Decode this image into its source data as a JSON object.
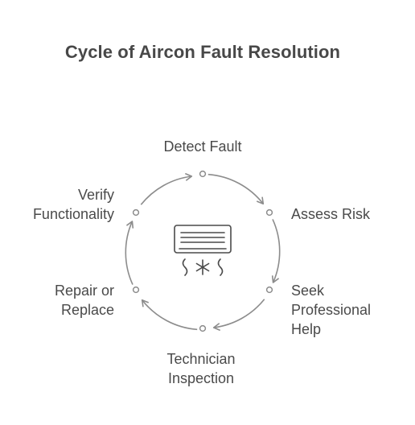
{
  "title": "Cycle of Aircon Fault Resolution",
  "steps": [
    {
      "lines": [
        "Detect Fault"
      ]
    },
    {
      "lines": [
        "Assess Risk"
      ]
    },
    {
      "lines": [
        "Seek",
        "Professional",
        "Help"
      ]
    },
    {
      "lines": [
        "Technician",
        "Inspection"
      ]
    },
    {
      "lines": [
        "Repair or",
        "Replace"
      ]
    },
    {
      "lines": [
        "Verify",
        "Functionality"
      ]
    }
  ],
  "center_icon": "air-conditioner-icon",
  "colors": {
    "stroke": "#8c8c8c",
    "text": "#4a4a4a",
    "title": "#484848"
  }
}
